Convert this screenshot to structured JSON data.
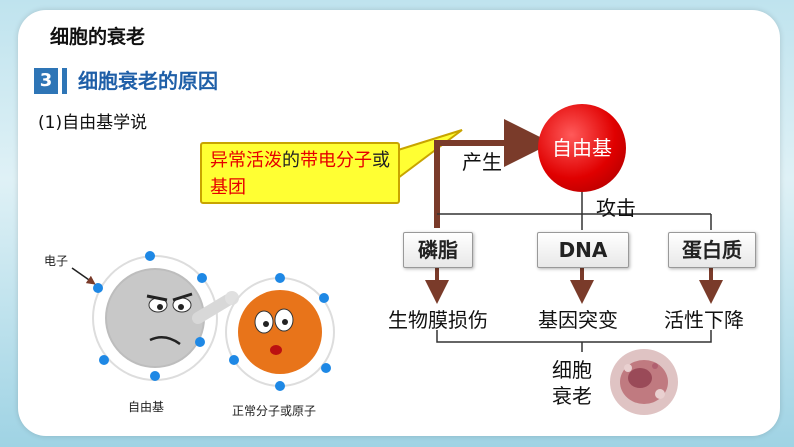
{
  "slide_title": "细胞的衰老",
  "section": {
    "number": "3",
    "title": "细胞衰老的原因"
  },
  "subheading": "(1)自由基学说",
  "callout": {
    "part1": "异常活泼",
    "part2": "的",
    "part3": "带电分子",
    "part4": "或",
    "part5": "基团"
  },
  "produce_label": "产生",
  "radical_label": "自由基",
  "attack_label": "攻击",
  "targets": [
    {
      "name": "磷脂",
      "result": "生物膜损伤"
    },
    {
      "name": "DNA",
      "result": "基因突变"
    },
    {
      "name": "蛋白质",
      "result": "活性下降"
    }
  ],
  "conclusion": {
    "line1": "细胞",
    "line2": "衰老"
  },
  "illustration": {
    "electron_label": "电子",
    "radical_caption": "自由基",
    "normal_caption": "正常分子或原子"
  },
  "colors": {
    "accent_blue": "#2e75b6",
    "callout_yellow": "#ffff33",
    "highlight_red": "#e60000",
    "arrow_brown": "#7a3b2a"
  }
}
